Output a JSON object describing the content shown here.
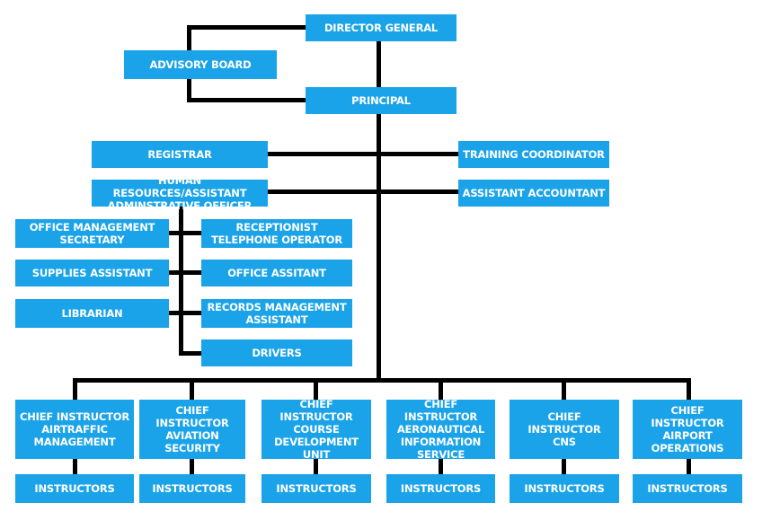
{
  "colors": {
    "box_fill": "#1aa3e8",
    "box_text": "#ffffff",
    "connector": "#000000"
  },
  "top": {
    "director_general": "DIRECTOR GENERAL",
    "advisory_board": "ADVISORY BOARD",
    "principal": "PRINCIPAL"
  },
  "staff": {
    "registrar": "REGISTRAR",
    "training_coordinator": "TRAINING COORDINATOR",
    "hr_assistant": "HUMAN RESOURCES/ASSISTANT\nADMINSTRATIVE OFFICER",
    "assistant_accountant": "ASSISTANT ACCOUNTANT"
  },
  "support": {
    "office_management_secretary": "OFFICE MANAGEMENT\nSECRETARY",
    "receptionist": "RECEPTIONIST\nTELEPHONE OPERATOR",
    "supplies_assistant": "SUPPLIES ASSISTANT",
    "office_assistant": "OFFICE ASSITANT",
    "librarian": "LIBRARIAN",
    "records_management": "RECORDS MANAGEMENT\nASSISTANT",
    "drivers": "DRIVERS"
  },
  "chiefs": [
    {
      "label": "CHIEF INSTRUCTOR\nAIRTRAFFIC\nMANAGEMENT",
      "instructors": "INSTRUCTORS"
    },
    {
      "label": "CHIEF INSTRUCTOR\nAVIATION\nSECURITY",
      "instructors": "INSTRUCTORS"
    },
    {
      "label": "CHIEF INSTRUCTOR\nCOURSE\nDEVELOPMENT UNIT",
      "instructors": "INSTRUCTORS"
    },
    {
      "label": "CHIEF INSTRUCTOR\nAERONAUTICAL\nINFORMATION\nSERVICE",
      "instructors": "INSTRUCTORS"
    },
    {
      "label": "CHIEF INSTRUCTOR\nCNS",
      "instructors": "INSTRUCTORS"
    },
    {
      "label": "CHIEF INSTRUCTOR\nAIRPORT\nOPERATIONS",
      "instructors": "INSTRUCTORS"
    }
  ]
}
